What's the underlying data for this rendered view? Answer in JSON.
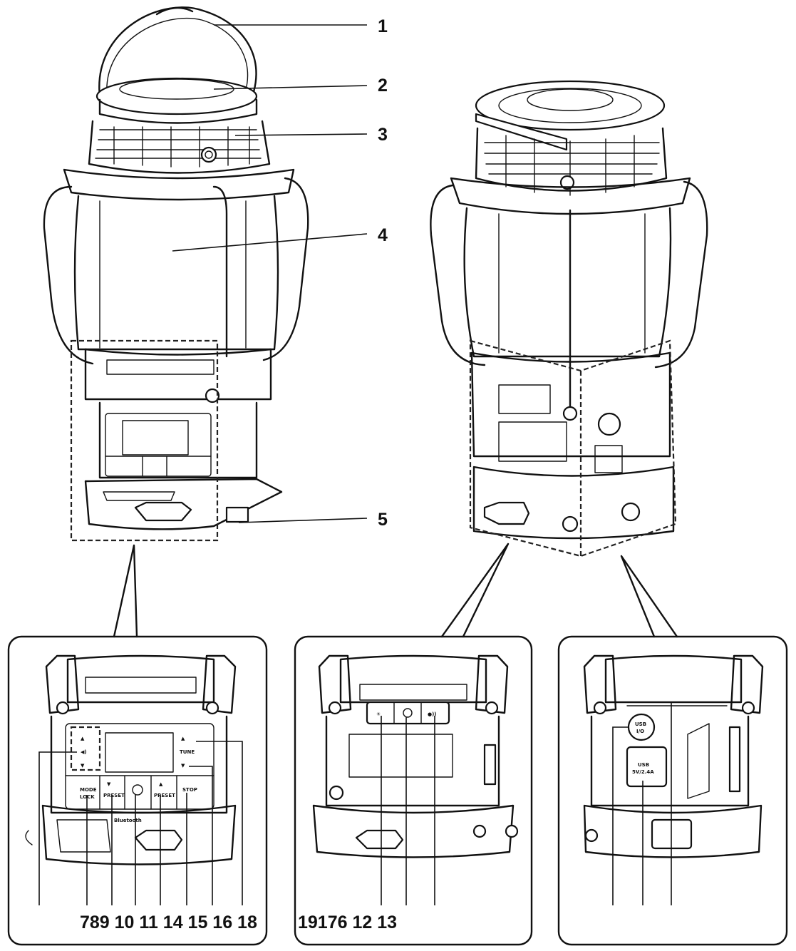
{
  "callouts_right": [
    {
      "id": "c1",
      "text": "1"
    },
    {
      "id": "c2",
      "text": "2"
    },
    {
      "id": "c3",
      "text": "3"
    },
    {
      "id": "c4",
      "text": "4"
    },
    {
      "id": "c5",
      "text": "5"
    }
  ],
  "bottom_labels": {
    "panel1": "789 10 11 14 15 16 18",
    "panel2": "19176 12 13"
  },
  "panel1_buttons": {
    "mode_lock": "MODE\nLOCK",
    "preset_left": "PRESET",
    "preset_right": "PRESET",
    "tune": "TUNE",
    "stop": "STOP",
    "brand": "Bluetooth"
  },
  "panel3_labels": {
    "usb_io": "USB\nI/O",
    "usb_5v": "USB\n5V/2.4A"
  },
  "colors": {
    "ink": "#111111",
    "paper": "#ffffff"
  }
}
